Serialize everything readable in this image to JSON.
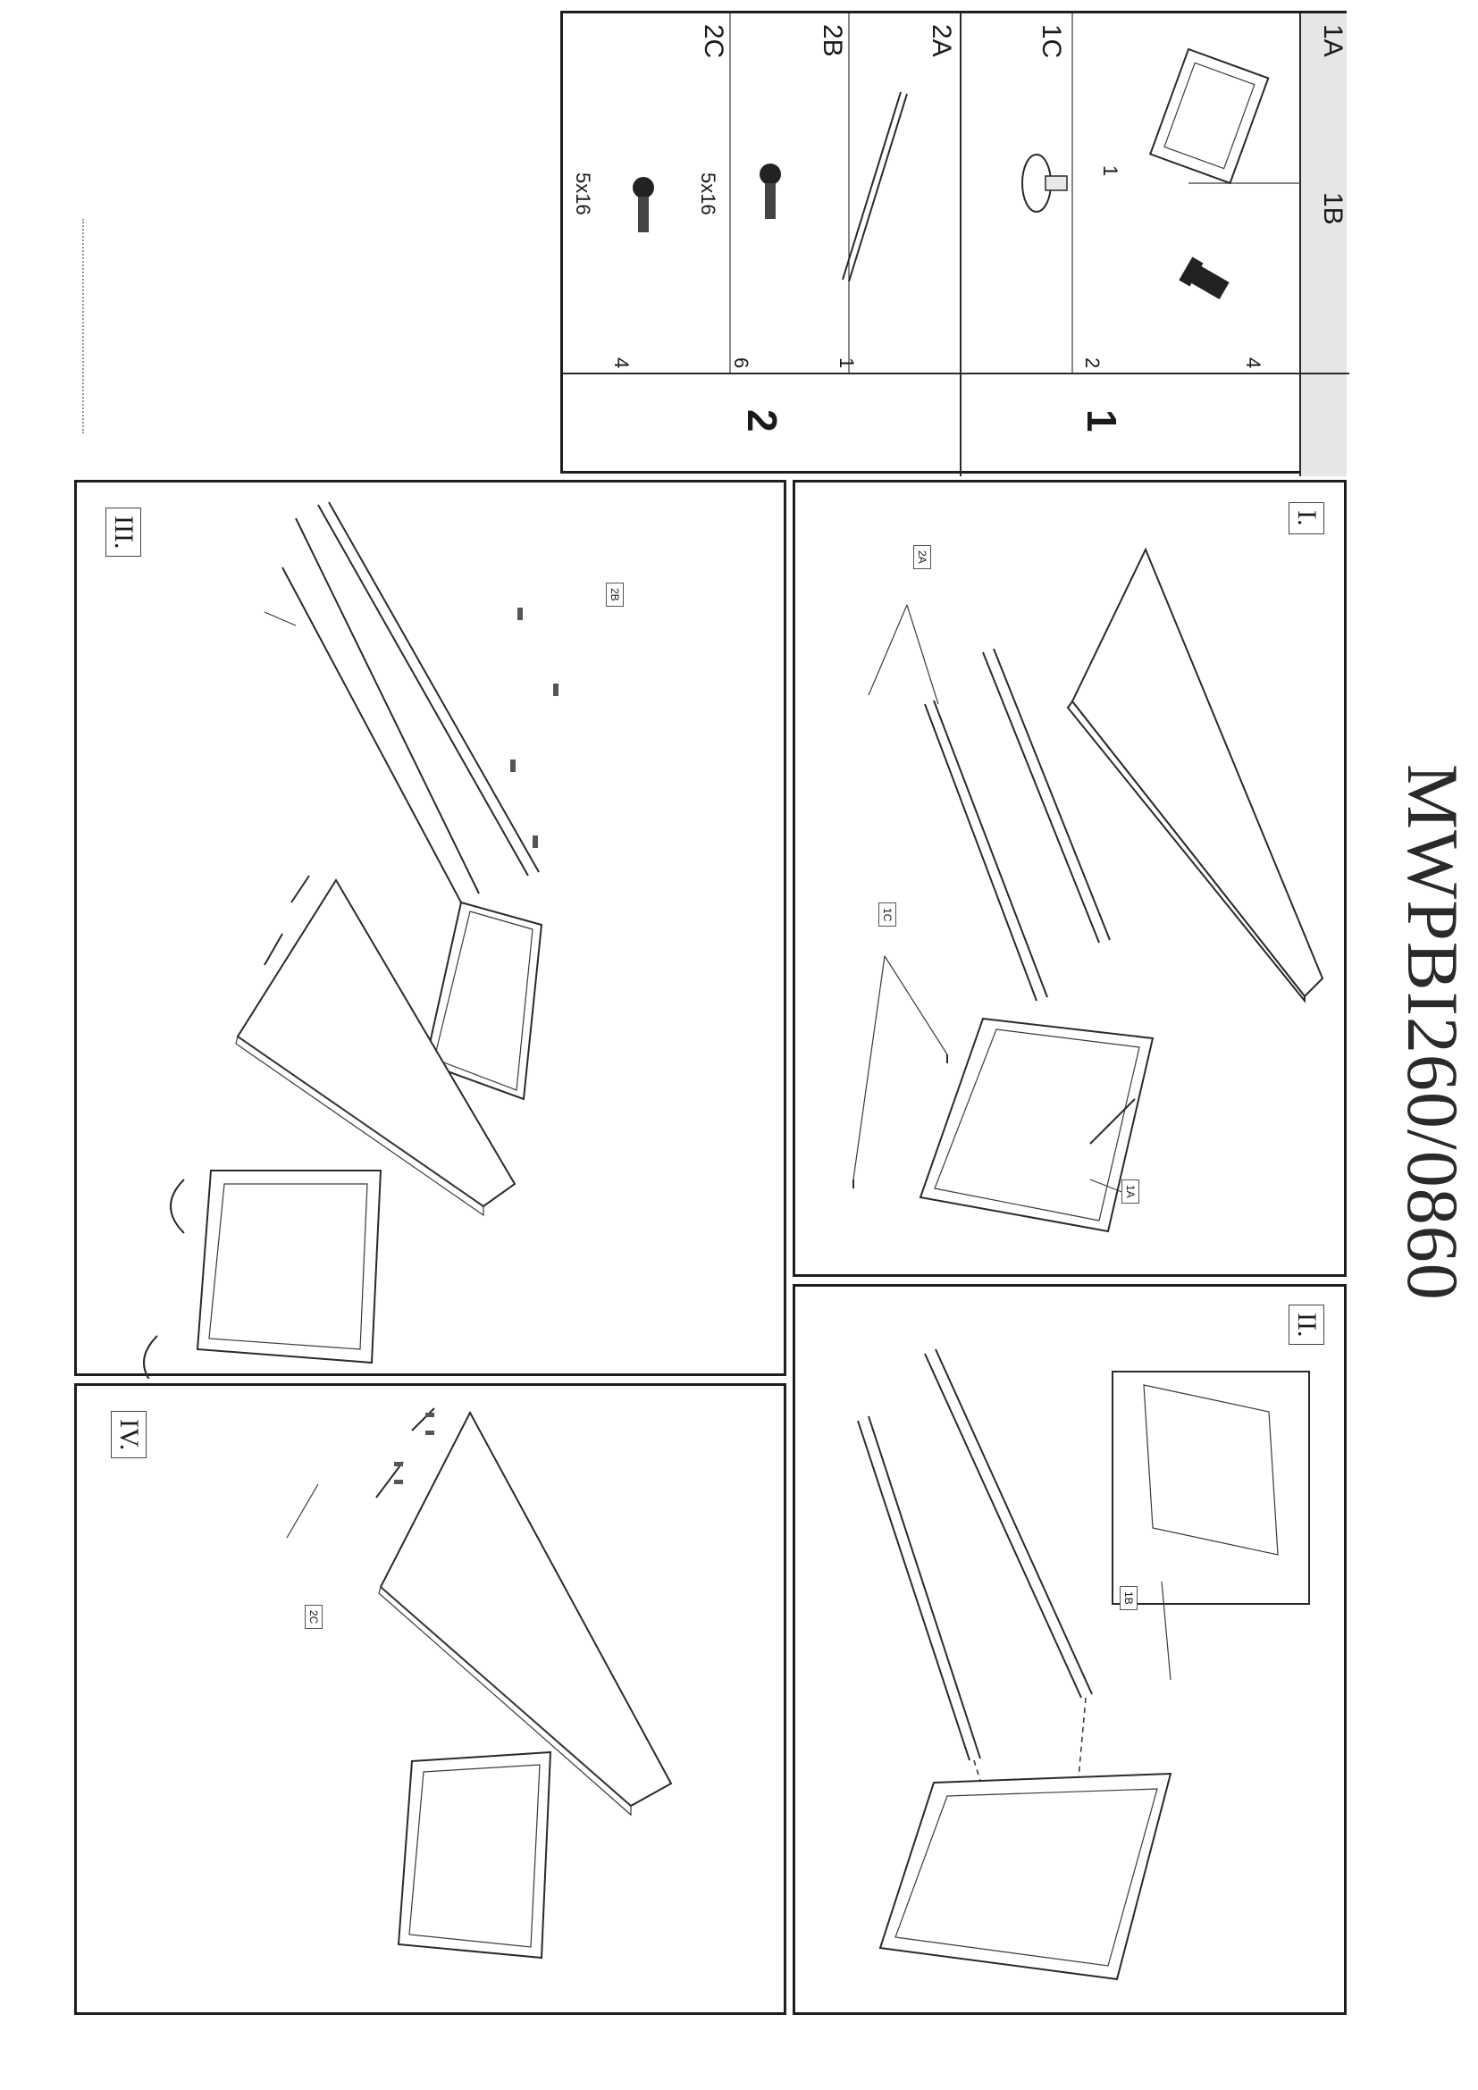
{
  "document": {
    "title": "MWPBI260/0860"
  },
  "parts_table": {
    "groups": [
      {
        "number": "1",
        "parts": [
          {
            "code": "1A",
            "qty": "",
            "size": ""
          },
          {
            "code": "1B",
            "qty": "4",
            "size": ""
          },
          {
            "code": "1C",
            "qty": "2",
            "size": ""
          }
        ],
        "extra_label": "1"
      },
      {
        "number": "2",
        "parts": [
          {
            "code": "2A",
            "qty": "1",
            "size": ""
          },
          {
            "code": "2B",
            "qty": "6",
            "size": "5x16"
          },
          {
            "code": "2C",
            "qty": "4",
            "size": "5x16"
          }
        ]
      }
    ]
  },
  "steps": [
    {
      "label": "I.",
      "callouts": [
        "2A",
        "1C",
        "1A"
      ]
    },
    {
      "label": "II.",
      "callouts": [
        "1B"
      ]
    },
    {
      "label": "III.",
      "callouts": [
        "2B"
      ]
    },
    {
      "label": "IV.",
      "callouts": [
        "2C"
      ]
    }
  ]
}
